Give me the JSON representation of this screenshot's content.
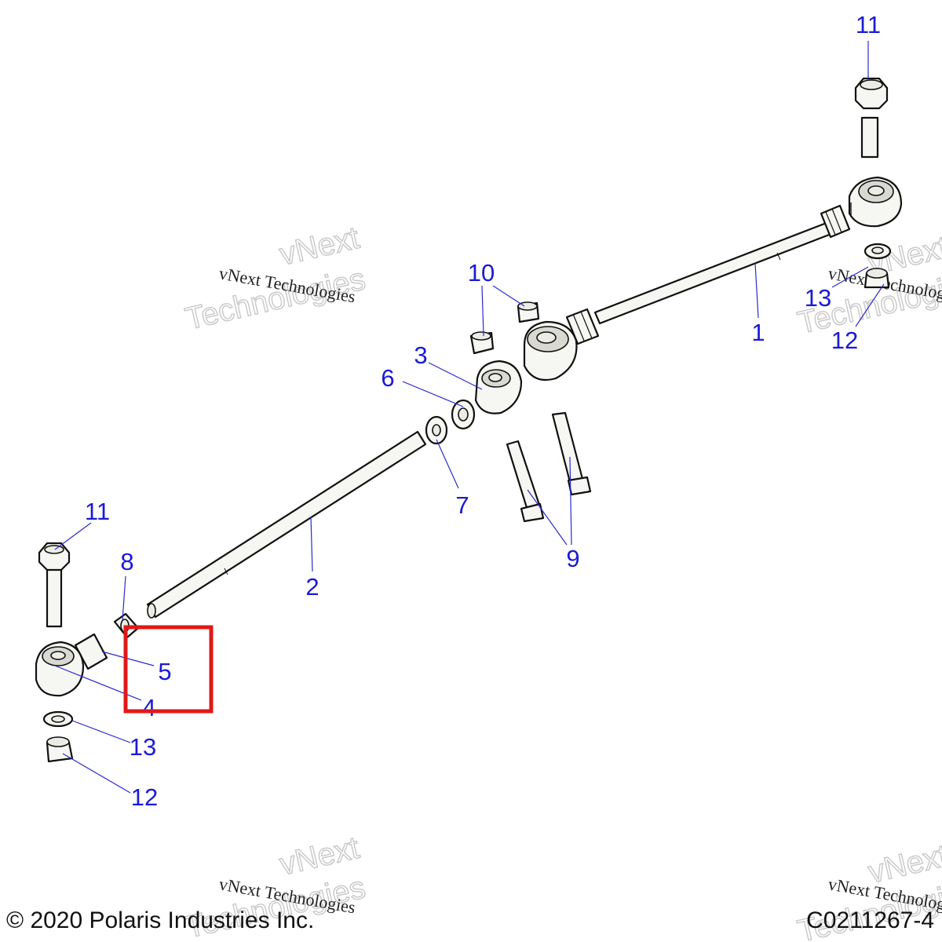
{
  "callouts": {
    "c1": "1",
    "c2": "2",
    "c3": "3",
    "c4": "4",
    "c5": "5",
    "c6": "6",
    "c7": "7",
    "c8": "8",
    "c9": "9",
    "c10": "10",
    "c11a": "11",
    "c11b": "11",
    "c12a": "12",
    "c12b": "12",
    "c13a": "13",
    "c13b": "13"
  },
  "watermark": {
    "brand_big": "vNext",
    "brand_big2": "Technologies",
    "brand_line": "vNext Technologies"
  },
  "footer": {
    "copyright": "© 2020 Polaris Industries Inc.",
    "code": "C0211267-4"
  },
  "colors": {
    "callout": "#1a1ad6",
    "highlight": "#e01818"
  }
}
